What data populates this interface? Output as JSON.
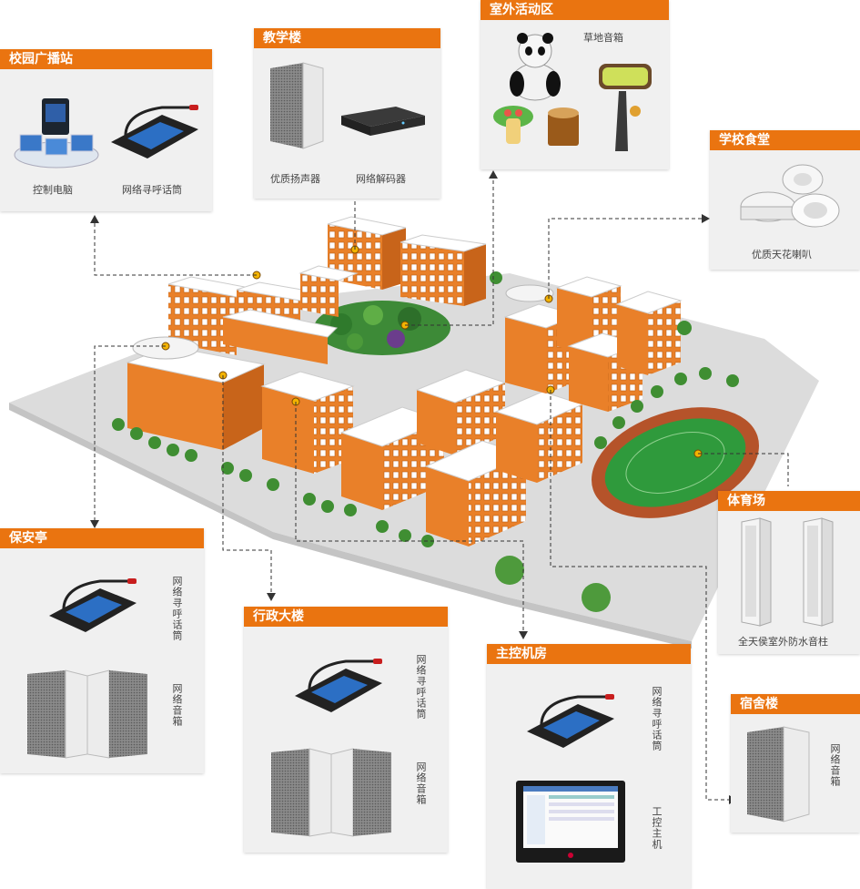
{
  "colors": {
    "accent": "#ea7410",
    "building": "#e98029",
    "roof": "#ffffff",
    "ground": "#dedede",
    "field": "#2f9a3c",
    "track": "#b5532a"
  },
  "panels": {
    "broadcast": {
      "title": "校园广播站",
      "items": [
        "控制电脑",
        "网络寻呼话筒"
      ]
    },
    "teaching": {
      "title": "教学楼",
      "items": [
        "优质扬声器",
        "网络解码器"
      ]
    },
    "outdoor": {
      "title": "室外活动区",
      "items": [
        "草地音箱"
      ]
    },
    "canteen": {
      "title": "学校食堂",
      "items": [
        "优质天花喇叭"
      ]
    },
    "stadium": {
      "title": "体育场",
      "items": [
        "全天侯室外防水音柱"
      ]
    },
    "security": {
      "title": "保安亭",
      "items": [
        "网络寻呼话筒",
        "网络音箱"
      ]
    },
    "admin": {
      "title": "行政大楼",
      "items": [
        "网络寻呼话筒",
        "网络音箱"
      ]
    },
    "control": {
      "title": "主控机房",
      "items": [
        "网络寻呼话筒",
        "工控主机"
      ]
    },
    "dorm": {
      "title": "宿舍楼",
      "items": [
        "网络音箱"
      ]
    }
  },
  "icons": [
    "control-computer-icon",
    "paging-microphone-icon",
    "wall-speaker-icon",
    "network-decoder-icon",
    "lawn-speaker-icon",
    "ceiling-speaker-icon",
    "column-speaker-icon",
    "industrial-pc-icon"
  ]
}
